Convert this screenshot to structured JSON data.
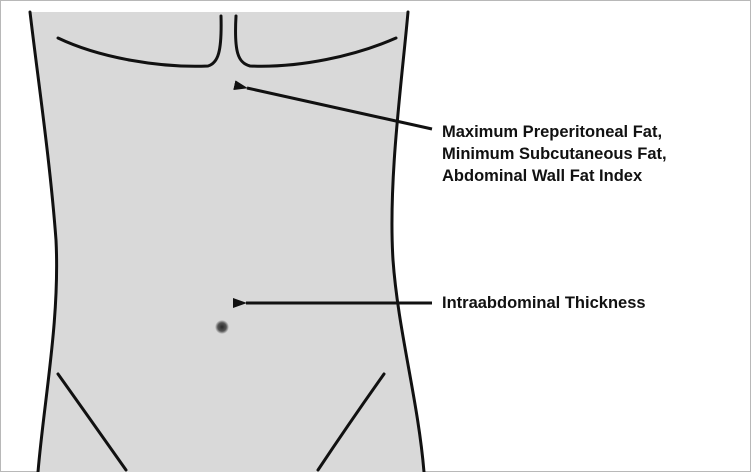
{
  "colors": {
    "skin": "#d9d9d9",
    "outline": "#111111",
    "navel": "#555555",
    "background": "#ffffff"
  },
  "annotations": {
    "upper": {
      "lines": [
        "Maximum Preperitoneal Fat,",
        "Minimum Subcutaneous Fat,",
        "Abdominal Wall Fat Index"
      ]
    },
    "lower": {
      "text": "Intraabdominal Thickness"
    }
  }
}
